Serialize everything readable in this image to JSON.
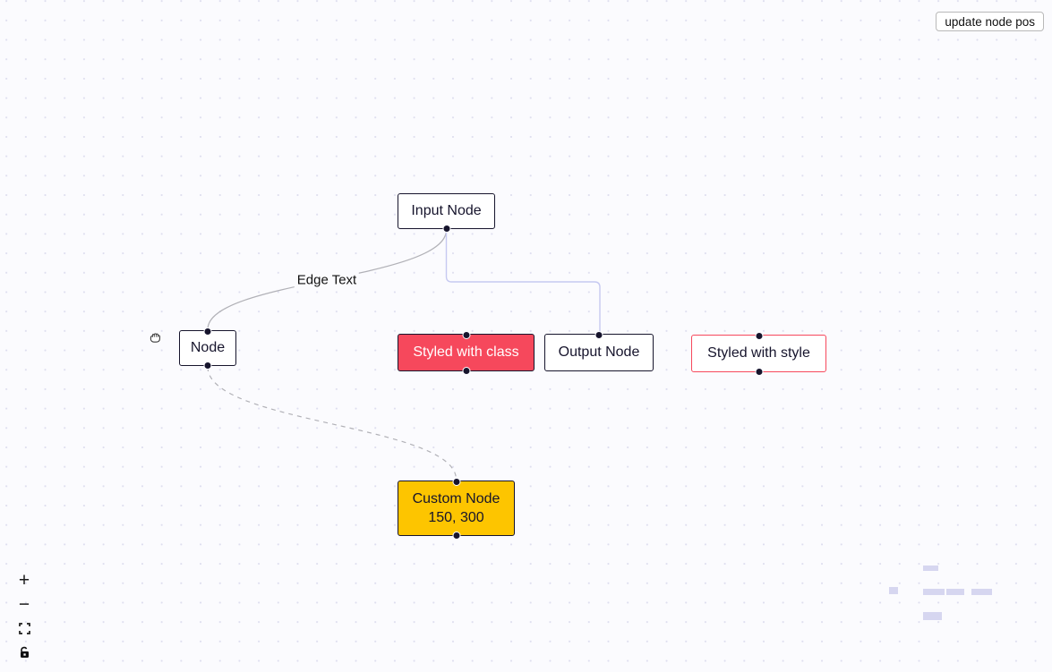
{
  "panel": {
    "update_button_label": "update node pos"
  },
  "nodes": [
    {
      "id": "1",
      "type": "input",
      "label": "Input Node"
    },
    {
      "id": "2",
      "type": "default",
      "label": "Node"
    },
    {
      "id": "3",
      "type": "default",
      "label": "Styled with class"
    },
    {
      "id": "4",
      "type": "output",
      "label": "Output Node"
    },
    {
      "id": "5",
      "type": "default",
      "label": "Styled with style"
    },
    {
      "id": "6",
      "type": "custom",
      "label": "Custom Node",
      "position_text": "150, 300"
    }
  ],
  "edges": [
    {
      "id": "input-to-node",
      "type": "bezier",
      "label": "Edge Text"
    },
    {
      "id": "input-to-output",
      "type": "step",
      "label": ""
    },
    {
      "id": "node-to-custom",
      "type": "bezier-animated",
      "label": ""
    }
  ],
  "controls": {
    "zoom_in_label": "+",
    "zoom_out_label": "−"
  },
  "colors": {
    "canvas_bg": "#fbfbfe",
    "grid_dot": "#dedeef",
    "node_bg": "#ffffff",
    "node_border": "#16142c",
    "node_text": "#16142c",
    "red": "#f6485c",
    "red_text": "#ffffff",
    "gold": "#fdc500",
    "edge_gray": "#b1b1b7",
    "edge_purple": "#c6c9f1",
    "handle": "#16142c",
    "minimap_node": "#d6d6f0"
  }
}
